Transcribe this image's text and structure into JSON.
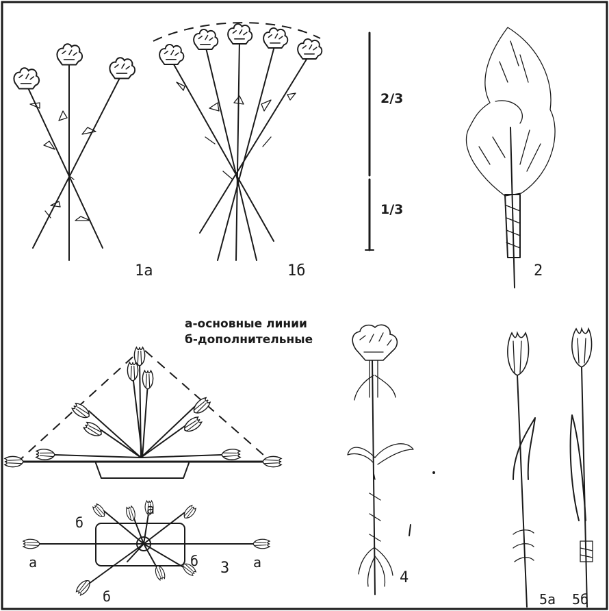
{
  "figures": {
    "fig_1a": {
      "label": "1а"
    },
    "fig_1b": {
      "label": "1б"
    },
    "proportion": {
      "upper": "2/3",
      "lower": "1/3"
    },
    "fig_2": {
      "label": "2"
    },
    "legend": {
      "line_a": "а-основные линии",
      "line_b": "б-дополнительные"
    },
    "fig_3": {
      "label": "3",
      "markers": {
        "a_top": "а",
        "a_left": "а",
        "a_right": "а",
        "b_upper_left": "б",
        "b_lower_left": "б",
        "b_right": "б"
      }
    },
    "fig_4": {
      "label": "4"
    },
    "fig_5a": {
      "label": "5а"
    },
    "fig_5b": {
      "label": "5б"
    }
  }
}
